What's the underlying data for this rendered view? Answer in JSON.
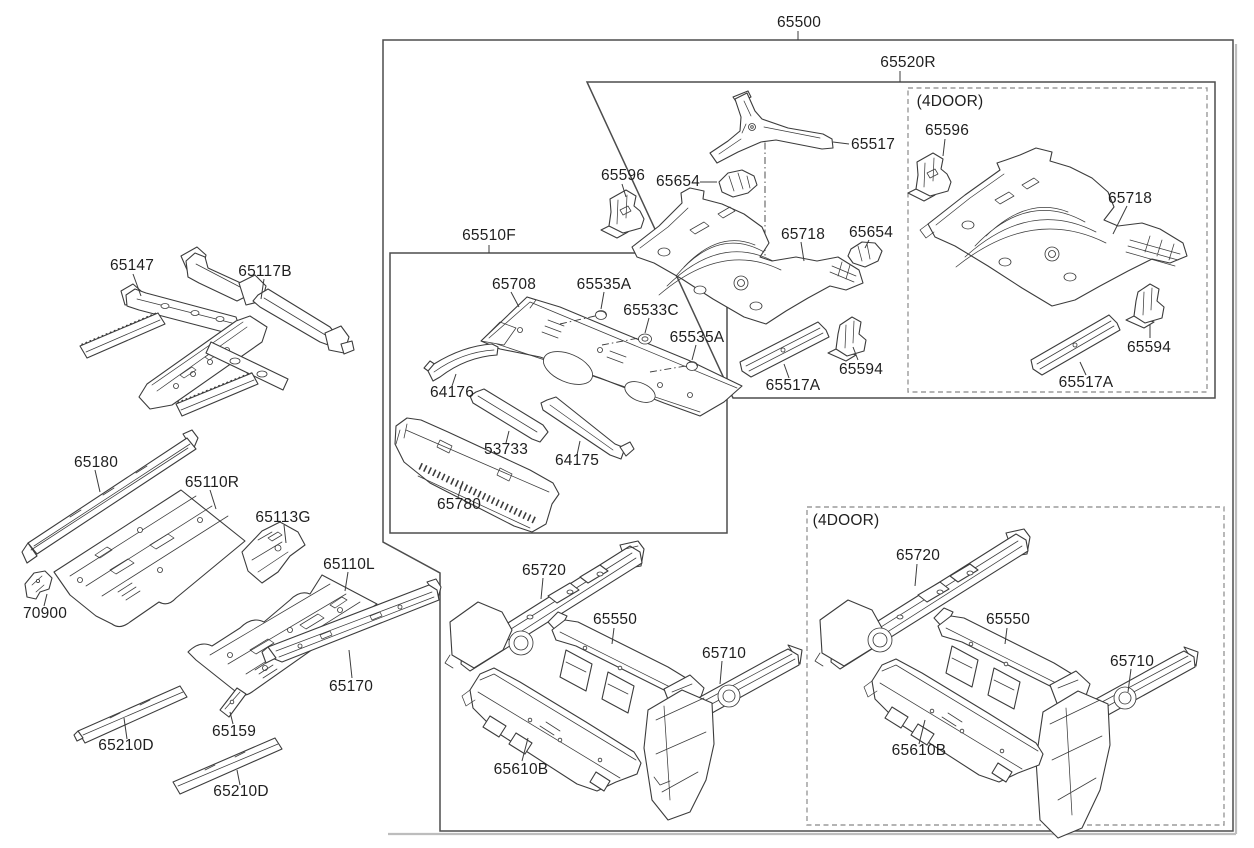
{
  "diagram": {
    "assembly_label": "65500",
    "colors": {
      "background": "#ffffff",
      "line_art": "#3c3c3c",
      "solid_box_border": "#4d4d4d",
      "dashed_box_border": "#9b9b9b",
      "label_text": "#1f1f1f"
    },
    "rear_floor_group": {
      "box_label": "65520R",
      "labels": {
        "p65517": "65517",
        "p65596": "65596",
        "p65654_left": "65654",
        "p65718": "65718",
        "p65654_right": "65654",
        "p65594": "65594",
        "p65517A": "65517A"
      },
      "four_door": {
        "box_label": "(4DOOR)",
        "labels": {
          "p65596": "65596",
          "p65718": "65718",
          "p65594": "65594",
          "p65517A": "65517A"
        }
      }
    },
    "center_floor_group": {
      "box_label": "65510F",
      "labels": {
        "p65708": "65708",
        "p65535A_1": "65535A",
        "p65533C": "65533C",
        "p65535A_2": "65535A",
        "p64176": "64176",
        "p53733": "53733",
        "p64175": "64175",
        "p65780": "65780"
      }
    },
    "front_floor_group": {
      "labels": {
        "p65147": "65147",
        "p65117B": "65117B",
        "p65180": "65180",
        "p65110R": "65110R",
        "p65113G": "65113G",
        "p65110L": "65110L",
        "p70900": "70900",
        "p65170": "65170",
        "p65210D_1": "65210D",
        "p65159": "65159",
        "p65210D_2": "65210D"
      }
    },
    "rear_rail_group": {
      "labels": {
        "p65720": "65720",
        "p65550": "65550",
        "p65710": "65710",
        "p65610B": "65610B"
      },
      "four_door": {
        "box_label": "(4DOOR)",
        "labels": {
          "p65720": "65720",
          "p65550": "65550",
          "p65710": "65710",
          "p65610B": "65610B"
        }
      }
    }
  }
}
